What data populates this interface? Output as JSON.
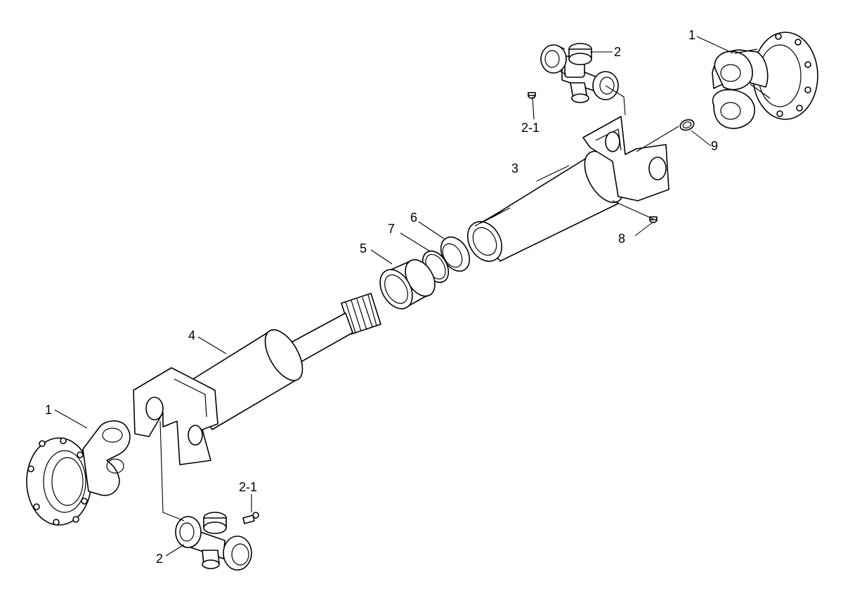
{
  "callouts": {
    "flange_yoke_right": "1",
    "flange_yoke_left": "1",
    "spider_top": "2",
    "spider_bottom": "2",
    "grease_nipple_top": "2-1",
    "grease_nipple_bottom": "2-1",
    "slip_tube": "3",
    "spline_shaft": "4",
    "dust_cap": "5",
    "felt_seal": "6",
    "steel_washer": "7",
    "tube_grease_nipple": "8",
    "snap_ring": "9"
  }
}
